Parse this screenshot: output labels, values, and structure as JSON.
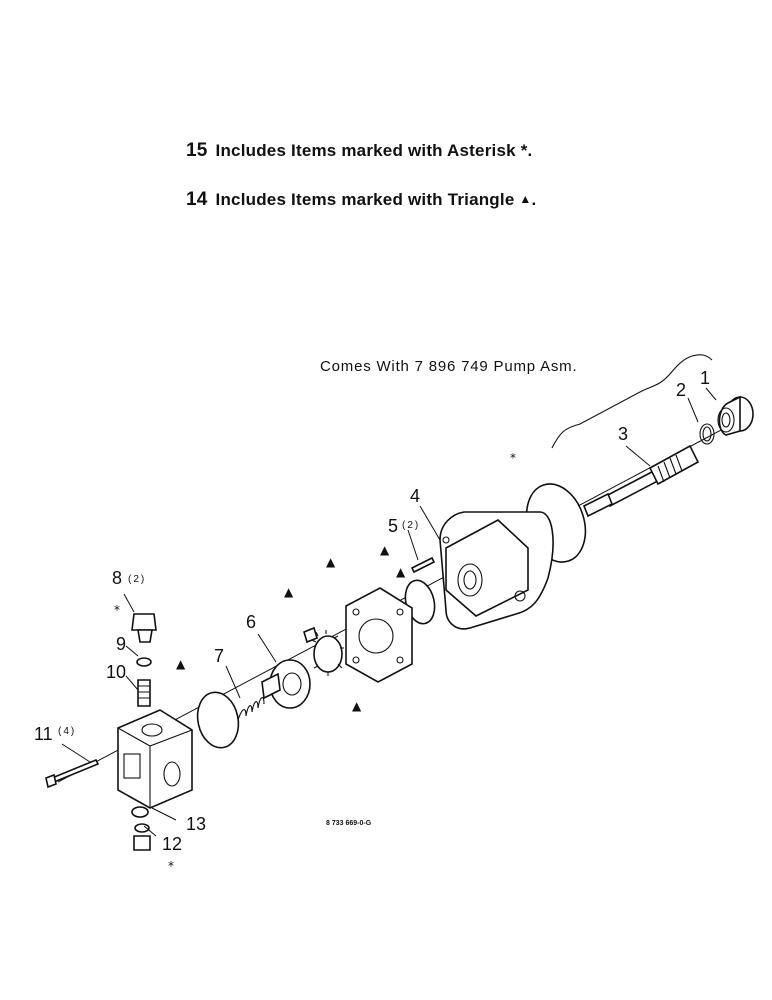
{
  "notes": [
    {
      "number": "15",
      "text": "Includes Items marked with Asterisk",
      "symbol": "*",
      "end": "."
    },
    {
      "number": "14",
      "text": "Includes Items marked with Triangle",
      "symbol": "▲",
      "end": "."
    }
  ],
  "caption": "Comes With 7 896 749 Pump Asm.",
  "drawing_number": "8 733 669-0-G",
  "callouts": {
    "c1": "1",
    "c2": "2",
    "c3": "3",
    "c4": "4",
    "c5": "5",
    "c5q": "(2)",
    "c6": "6",
    "c7": "7",
    "c8": "8",
    "c8q": "(2)",
    "c9": "9",
    "c10": "10",
    "c11": "11",
    "c11q": "(4)",
    "c12": "12",
    "c13": "13"
  },
  "markers": {
    "asterisk": "*",
    "triangle": "▲"
  }
}
